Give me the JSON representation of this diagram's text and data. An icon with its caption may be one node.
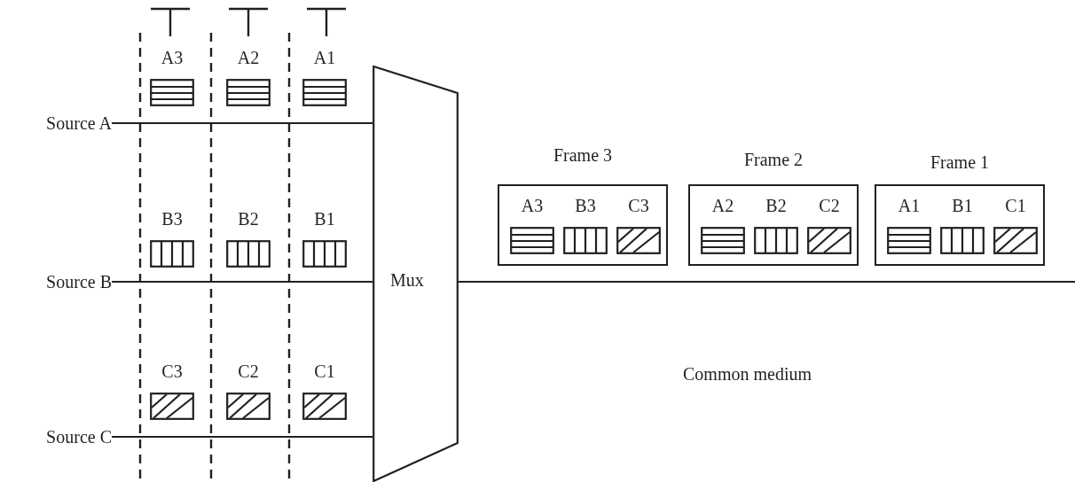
{
  "diagram": {
    "nodes": [
      {
        "text": [
          "Source A"
        ]
      },
      {
        "text": [
          "Source B"
        ]
      },
      {
        "text": [
          "Source C"
        ]
      },
      {
        "text": [
          "A3"
        ]
      },
      {
        "text": [
          "A2"
        ]
      },
      {
        "text": [
          "A1"
        ]
      },
      {
        "text": [
          "B3"
        ]
      },
      {
        "text": [
          "B2"
        ]
      },
      {
        "text": [
          "B1"
        ]
      },
      {
        "text": [
          "C3"
        ]
      },
      {
        "text": [
          "C2"
        ]
      },
      {
        "text": [
          "C1"
        ]
      },
      {
        "text": [
          "Mux"
        ]
      },
      {
        "text": [
          "Frame 3"
        ]
      },
      {
        "text": [
          "A3"
        ],
        "in": 13
      },
      {
        "text": [
          "B3"
        ],
        "in": 13
      },
      {
        "text": [
          "C3"
        ],
        "in": 13
      },
      {
        "text": [
          "Frame 2"
        ]
      },
      {
        "text": [
          "A2"
        ],
        "in": 17
      },
      {
        "text": [
          "B2"
        ],
        "in": 17
      },
      {
        "text": [
          "C2"
        ],
        "in": 17
      },
      {
        "text": [
          "Frame 1"
        ]
      },
      {
        "text": [
          "A1"
        ],
        "in": 21
      },
      {
        "text": [
          "B1"
        ],
        "in": 21
      },
      {
        "text": [
          "C1"
        ],
        "in": 21
      }
    ],
    "edges": [
      {
        "from": 0,
        "to": 12,
        "arrow": "none"
      },
      {
        "from": 1,
        "to": 12,
        "arrow": "none"
      },
      {
        "from": 2,
        "to": 12,
        "arrow": "none"
      },
      {
        "from": 12,
        "to": null,
        "arrow": "none"
      }
    ],
    "labels": [
      "Common medium"
    ]
  }
}
